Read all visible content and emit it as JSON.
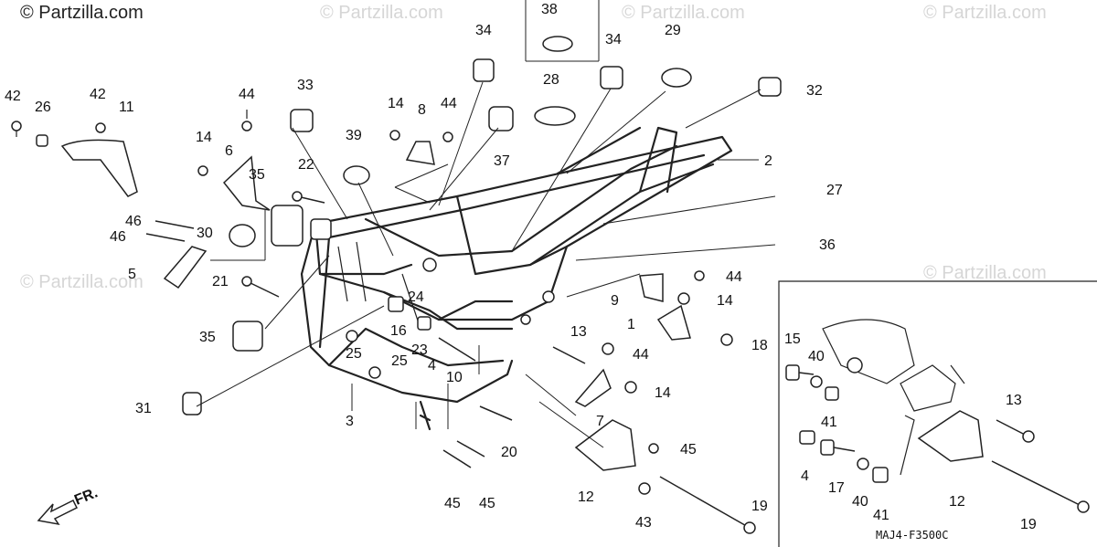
{
  "watermarks": [
    "© Partzilla.com",
    "© Partzilla.com",
    "© Partzilla.com",
    "© Partzilla.com",
    "© Partzilla.com",
    "© Partzilla.com"
  ],
  "diagram_code": "MAJ4-F3500C",
  "direction_label": "FR.",
  "callouts": [
    {
      "id": "c42a",
      "label": "42"
    },
    {
      "id": "c26",
      "label": "26"
    },
    {
      "id": "c42b",
      "label": "42"
    },
    {
      "id": "c11",
      "label": "11"
    },
    {
      "id": "c44a",
      "label": "44"
    },
    {
      "id": "c14a",
      "label": "14"
    },
    {
      "id": "c6",
      "label": "6"
    },
    {
      "id": "c33",
      "label": "33"
    },
    {
      "id": "c14b",
      "label": "14"
    },
    {
      "id": "c8",
      "label": "8"
    },
    {
      "id": "c44b",
      "label": "44"
    },
    {
      "id": "c34a",
      "label": "34"
    },
    {
      "id": "c38",
      "label": "38"
    },
    {
      "id": "c34b",
      "label": "34"
    },
    {
      "id": "c29",
      "label": "29"
    },
    {
      "id": "c28",
      "label": "28"
    },
    {
      "id": "c32",
      "label": "32"
    },
    {
      "id": "c39",
      "label": "39"
    },
    {
      "id": "c37",
      "label": "37"
    },
    {
      "id": "c22",
      "label": "22"
    },
    {
      "id": "c35a",
      "label": "35"
    },
    {
      "id": "c46a",
      "label": "46"
    },
    {
      "id": "c46b",
      "label": "46"
    },
    {
      "id": "c30",
      "label": "30"
    },
    {
      "id": "c5",
      "label": "5"
    },
    {
      "id": "c2",
      "label": "2"
    },
    {
      "id": "c27",
      "label": "27"
    },
    {
      "id": "c36",
      "label": "36"
    },
    {
      "id": "c21",
      "label": "21"
    },
    {
      "id": "c24",
      "label": "24"
    },
    {
      "id": "c44c",
      "label": "44"
    },
    {
      "id": "c9",
      "label": "9"
    },
    {
      "id": "c14c",
      "label": "14"
    },
    {
      "id": "c1",
      "label": "1"
    },
    {
      "id": "c16",
      "label": "16"
    },
    {
      "id": "c35b",
      "label": "35"
    },
    {
      "id": "c23",
      "label": "23"
    },
    {
      "id": "c13a",
      "label": "13"
    },
    {
      "id": "c18",
      "label": "18"
    },
    {
      "id": "c25a",
      "label": "25"
    },
    {
      "id": "c4a",
      "label": "4"
    },
    {
      "id": "c44d",
      "label": "44"
    },
    {
      "id": "c25b",
      "label": "25"
    },
    {
      "id": "c10",
      "label": "10"
    },
    {
      "id": "c31",
      "label": "31"
    },
    {
      "id": "c14d",
      "label": "14"
    },
    {
      "id": "c7",
      "label": "7"
    },
    {
      "id": "c3",
      "label": "3"
    },
    {
      "id": "c20",
      "label": "20"
    },
    {
      "id": "c45a",
      "label": "45"
    },
    {
      "id": "c12a",
      "label": "12"
    },
    {
      "id": "c45b",
      "label": "45"
    },
    {
      "id": "c45c",
      "label": "45"
    },
    {
      "id": "c43",
      "label": "43"
    },
    {
      "id": "c19a",
      "label": "19"
    },
    {
      "id": "c15",
      "label": "15"
    },
    {
      "id": "c40a",
      "label": "40"
    },
    {
      "id": "c41a",
      "label": "41"
    },
    {
      "id": "c4b",
      "label": "4"
    },
    {
      "id": "c17",
      "label": "17"
    },
    {
      "id": "c40b",
      "label": "40"
    },
    {
      "id": "c41b",
      "label": "41"
    },
    {
      "id": "c12b",
      "label": "12"
    },
    {
      "id": "c13b",
      "label": "13"
    },
    {
      "id": "c19b",
      "label": "19"
    }
  ]
}
